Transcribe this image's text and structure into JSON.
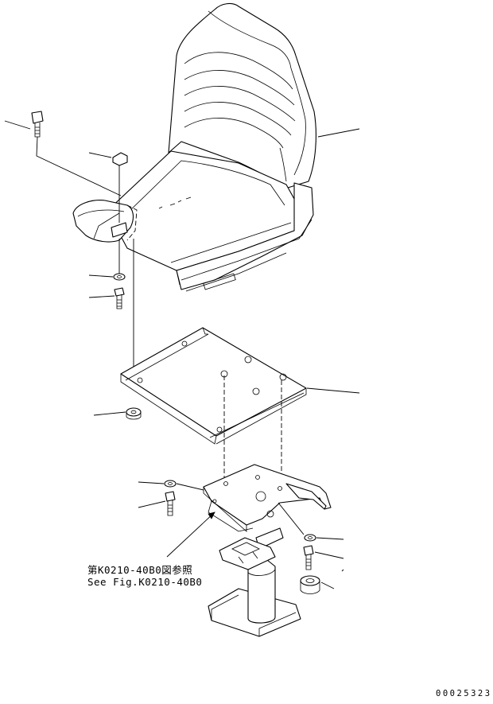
{
  "reference": {
    "line_jp": "第K0210-40B0図参照",
    "line_en": "See Fig.K0210-40B0"
  },
  "drawing_code": "00025323"
}
